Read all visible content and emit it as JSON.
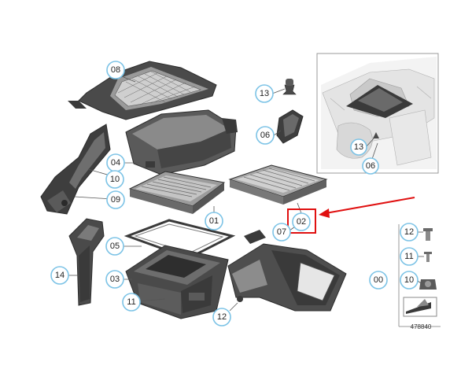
{
  "colors": {
    "callout_ring": "#7cc3e6",
    "highlight": "#e01010",
    "part_dark": "#3a3a3a",
    "part_mid": "#6e6e6e",
    "part_light": "#bdbdbd",
    "inset_border": "#9a9a9a"
  },
  "callouts": {
    "p08": "08",
    "p13": "13",
    "p06": "06",
    "p04": "04",
    "p10_left": "10",
    "p09": "09",
    "p01": "01",
    "p02": "02",
    "p07": "07",
    "p05": "05",
    "p14": "14",
    "p03": "03",
    "p11_bottom": "11",
    "p12_bottom": "12",
    "p00": "00",
    "inset_13": "13",
    "inset_06": "06",
    "legend_12": "12",
    "legend_11": "11",
    "legend_10": "10"
  },
  "doc_number": "478840",
  "highlighted_part": "02"
}
